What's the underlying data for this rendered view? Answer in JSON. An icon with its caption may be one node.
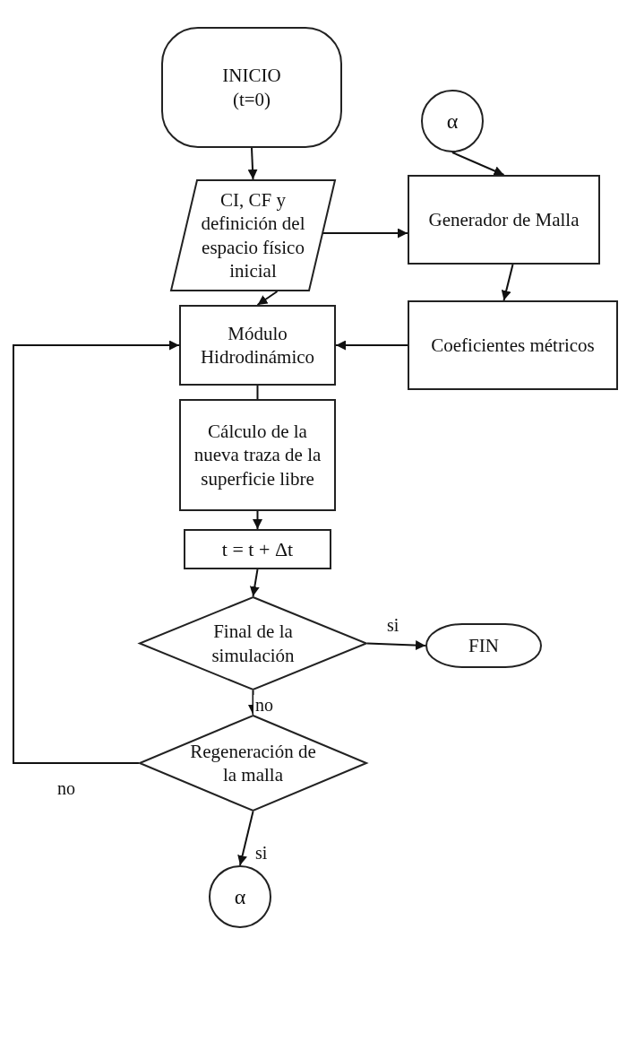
{
  "diagram": {
    "nodes": [
      {
        "text": [
          "INICIO",
          "(t=0)"
        ]
      },
      {
        "text": [
          "CI, CF y definición del espacio físico inicial"
        ]
      },
      {
        "text": [
          "α"
        ]
      },
      {
        "text": [
          "Generador de Malla"
        ]
      },
      {
        "text": [
          "Módulo Hidrodinámico"
        ]
      },
      {
        "text": [
          "Coeficientes métricos"
        ]
      },
      {
        "text": [
          "Cálculo de la nueva traza de la superficie libre"
        ]
      },
      {
        "text": [
          "t = t + Δt"
        ]
      },
      {
        "text": [
          "Final de la simulación"
        ]
      },
      {
        "text": [
          "FIN"
        ]
      },
      {
        "text": [
          "Regeneración de la malla"
        ]
      },
      {
        "text": [
          "α"
        ]
      }
    ],
    "edges": [
      {
        "from": 0,
        "to": 1,
        "arrow": "to"
      },
      {
        "from": 1,
        "to": 3,
        "arrow": "to"
      },
      {
        "from": 2,
        "to": 3,
        "arrow": "to"
      },
      {
        "from": 1,
        "to": 4,
        "arrow": "to"
      },
      {
        "from": 3,
        "to": 5,
        "arrow": "to"
      },
      {
        "from": 5,
        "to": 4,
        "arrow": "to"
      },
      {
        "from": 4,
        "to": 6,
        "arrow": "none"
      },
      {
        "from": 6,
        "to": 7,
        "arrow": "to"
      },
      {
        "from": 7,
        "to": 8,
        "arrow": "to"
      },
      {
        "from": 8,
        "to": 9,
        "arrow": "to",
        "label": "si"
      },
      {
        "from": 8,
        "to": 10,
        "arrow": "to",
        "label": "no"
      },
      {
        "from": 10,
        "to": 4,
        "arrow": "to",
        "label": "no"
      },
      {
        "from": 10,
        "to": 11,
        "arrow": "to",
        "label": "si"
      }
    ]
  }
}
